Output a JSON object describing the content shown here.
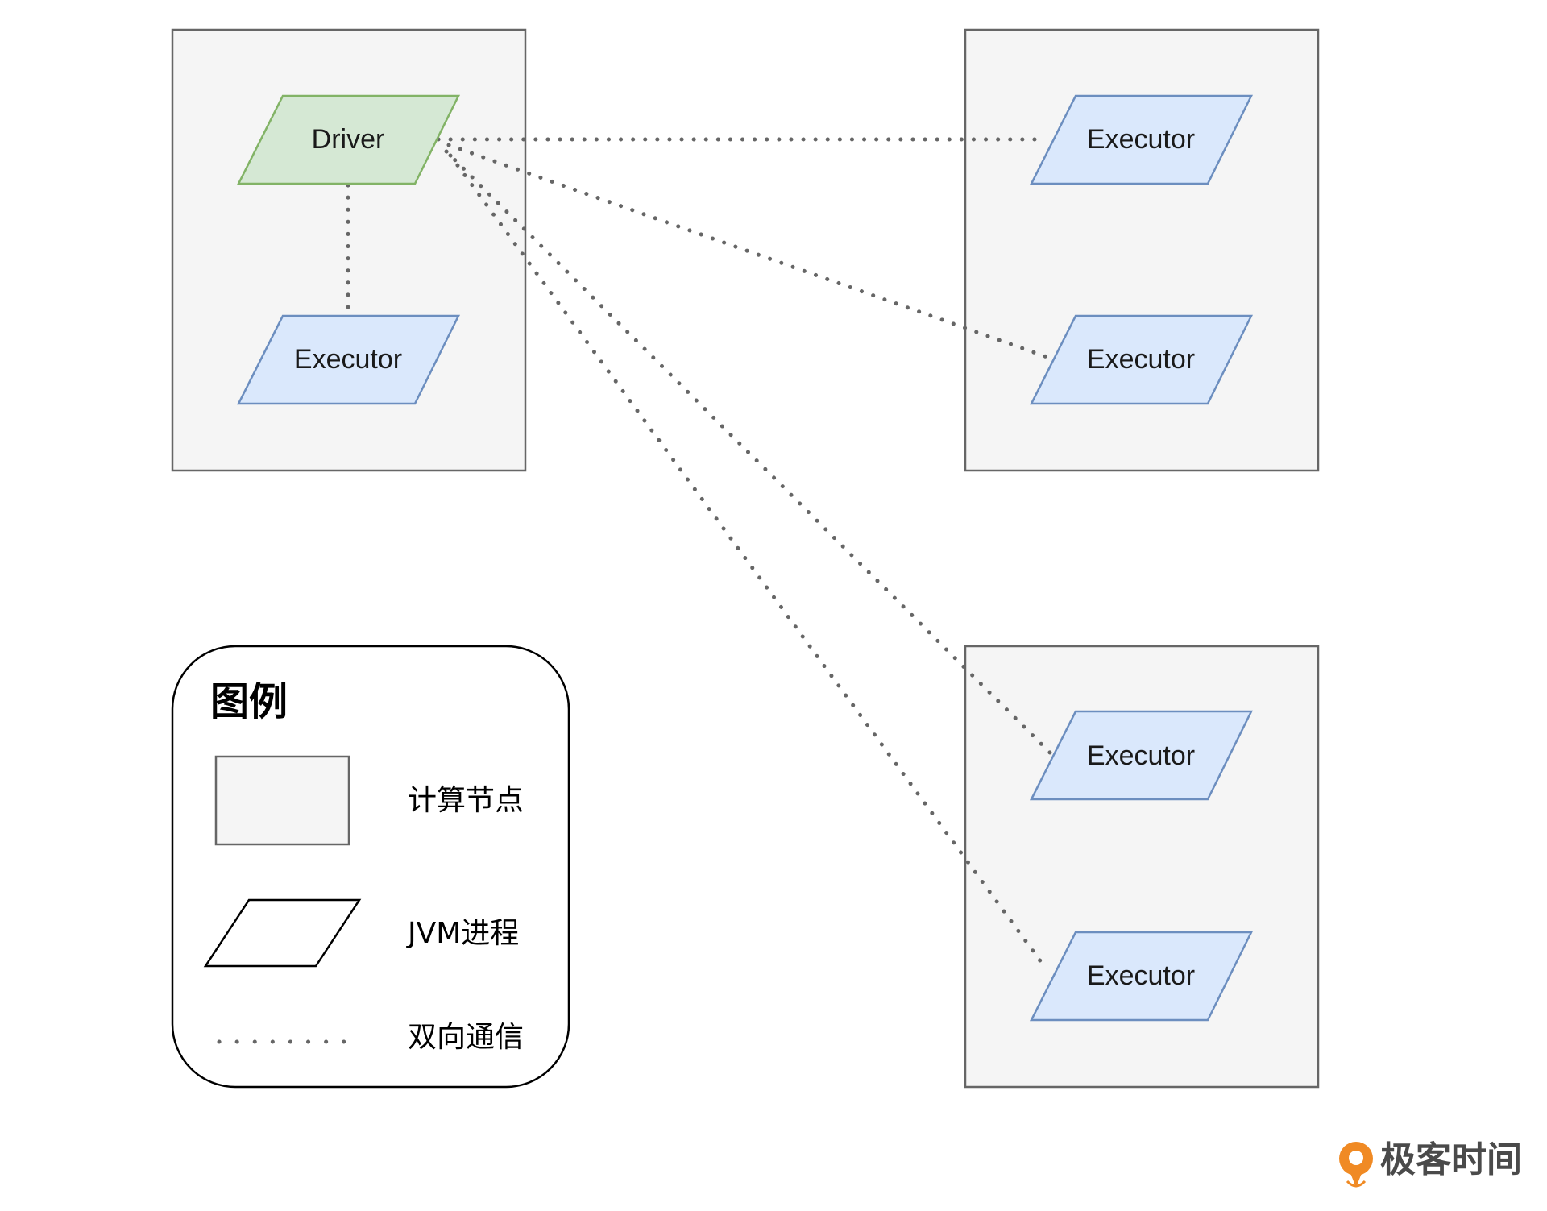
{
  "diagram": {
    "driver_label": "Driver",
    "executor_label": "Executor"
  },
  "legend": {
    "title": "图例",
    "compute_node_label": "计算节点",
    "jvm_process_label": "JVM进程",
    "bidirectional_comm_label": "双向通信"
  },
  "brand": {
    "name": "极客时间"
  },
  "colors": {
    "node_fill": "#f5f5f5",
    "node_stroke": "#666666",
    "driver_fill": "#d5e8d4",
    "driver_stroke": "#82b366",
    "executor_fill": "#dae8fc",
    "executor_stroke": "#6c8ebf",
    "link_stroke": "#666666",
    "brand_orange": "#f08a24"
  }
}
